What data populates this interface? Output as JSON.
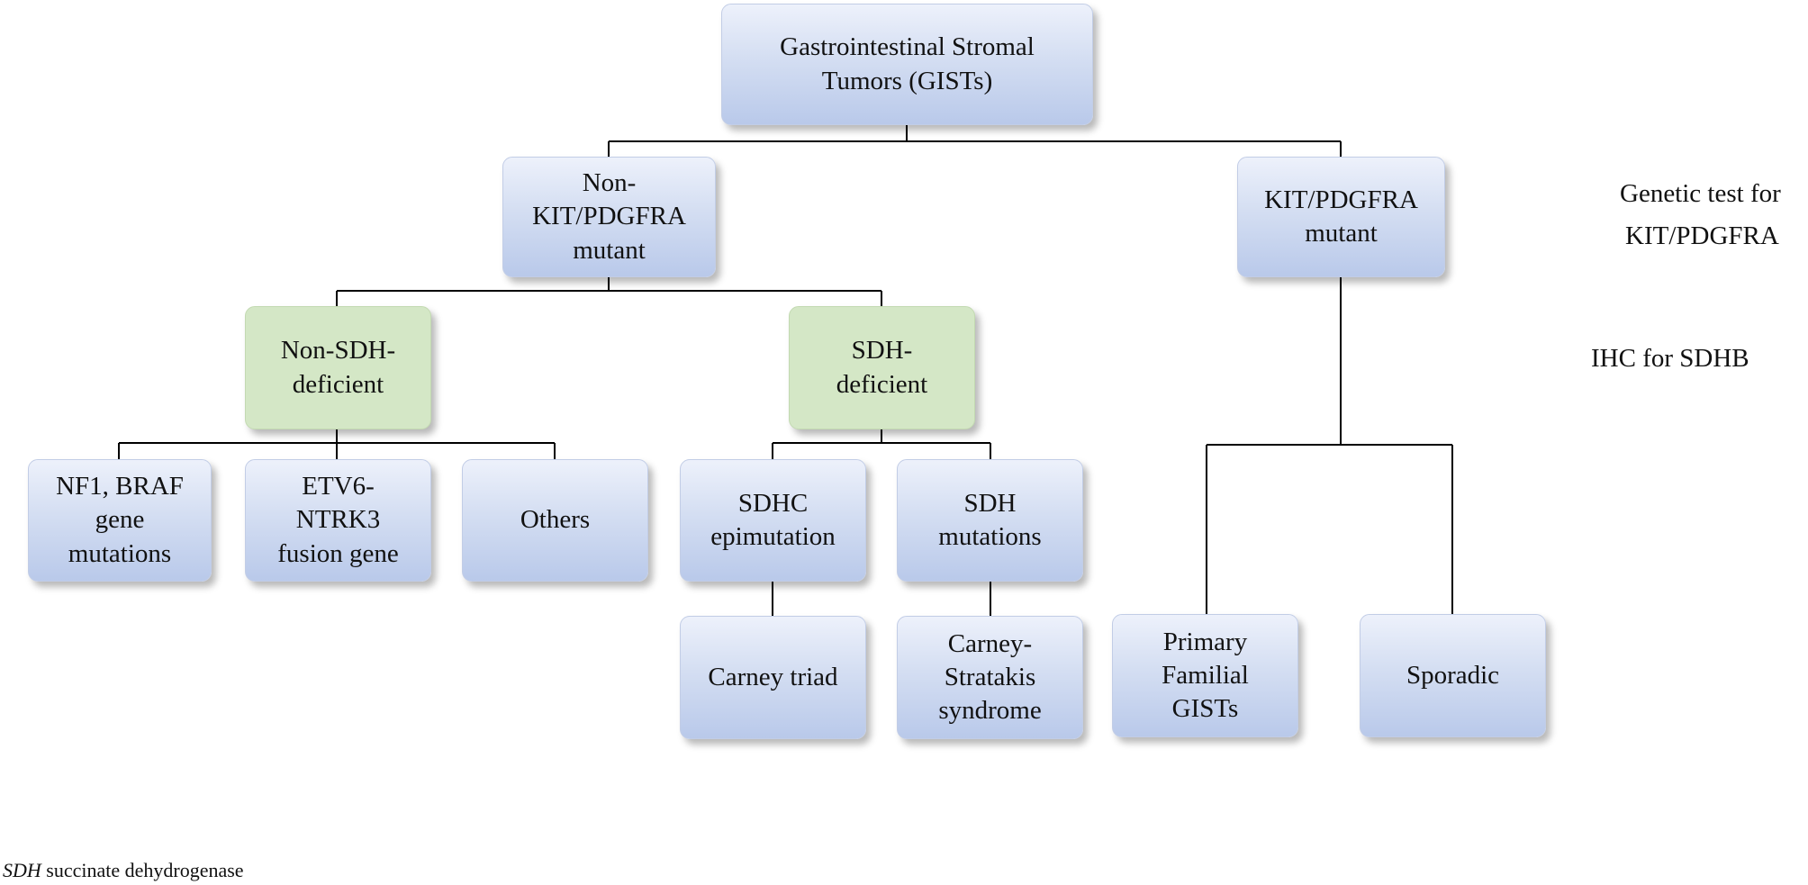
{
  "nodes": {
    "gists": "Gastrointestinal Stromal\nTumors (GISTs)",
    "non_kit": "Non-\nKIT/PDGFRA\nmutant",
    "kit": "KIT/PDGFRA\nmutant",
    "non_sdh": "Non-SDH-\ndeficient",
    "sdh_def": "SDH-\ndeficient",
    "nf1": "NF1, BRAF\ngene\nmutations",
    "etv6": "ETV6-\nNTRK3\nfusion gene",
    "others": "Others",
    "sdhc": "SDHC\nepimutation",
    "sdh_mut": "SDH\nmutations",
    "carney_triad": "Carney triad",
    "carney_stratakis": "Carney-\nStratakis\nsyndrome",
    "primary_familial": "Primary\nFamilial\nGISTs",
    "sporadic": "Sporadic"
  },
  "side_labels": {
    "genetic_test_line1": "Genetic test for",
    "genetic_test_line2": "KIT/PDGFRA",
    "ihc": "IHC for SDHB"
  },
  "footnote": {
    "abbr": "SDH",
    "text": " succinate dehydrogenase"
  },
  "colors": {
    "blue_box": "#c8d5ef",
    "green_box": "#d4e7c6",
    "connector": "#000000"
  }
}
